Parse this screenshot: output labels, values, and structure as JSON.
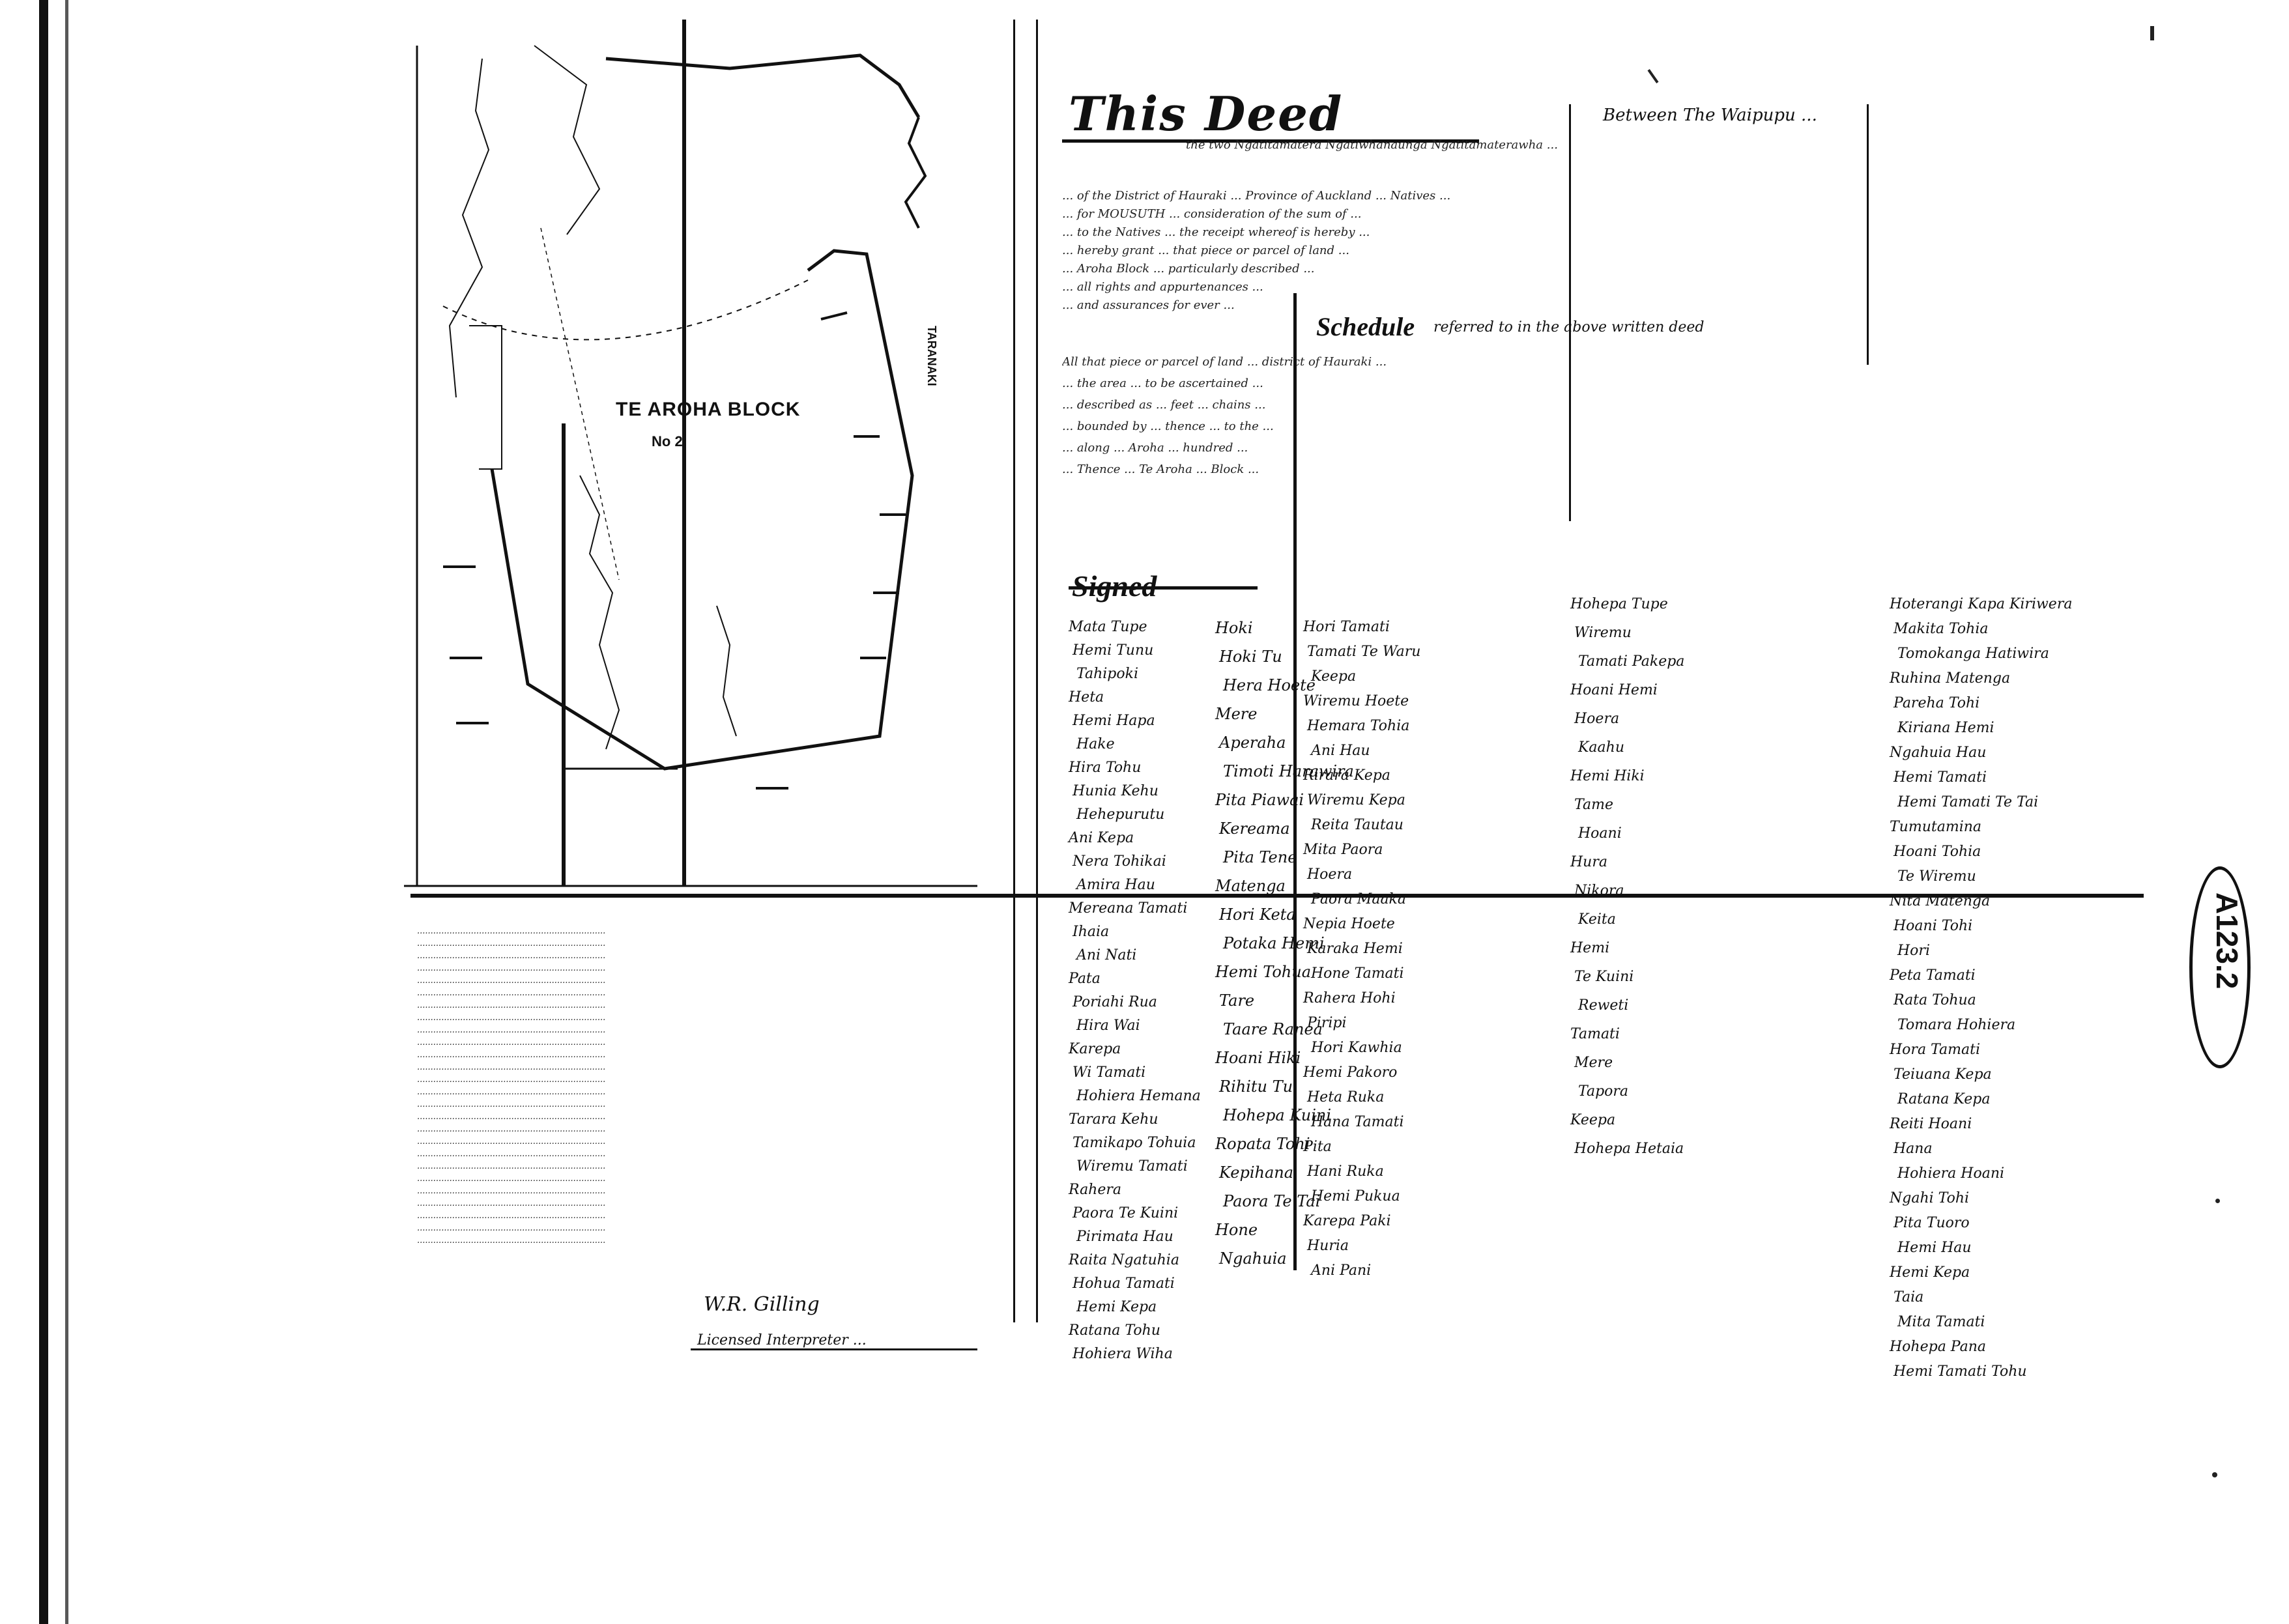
{
  "document": {
    "title": "This Deed",
    "between_text": "Between The Waipupu ...",
    "schedule_heading": "Schedule",
    "schedule_rest": "referred to in the above written deed",
    "signed_heading": "Signed",
    "reference_number": "A123.2"
  },
  "map": {
    "block_name": "TE AROHA BLOCK",
    "block_sub": "No 2",
    "side_label": "TARANAKI"
  },
  "deed_lines": [
    "the two Ngatitamatera Ngatiwhanaunga Ngatitamaterawha ...",
    "... of the District of Hauraki ... Province of Auckland ... Natives ...",
    "... for MOUSUTH ... consideration of the sum of ...",
    "... to the Natives ... the receipt whereof is hereby ...",
    "... hereby grant ... that piece or parcel of land ...",
    "... Aroha Block ... particularly described ...",
    "... all rights and appurtenances ...",
    "... and assurances for ever ..."
  ],
  "schedule_lines": [
    "All that piece or parcel of land ... district of Hauraki ...",
    "... the area ... to be ascertained ...",
    "... described as ... feet ... chains ...",
    "... bounded by ... thence ... to the ...",
    "... along ... Aroha ... hundred ...",
    "... Thence ... Te Aroha ... Block ..."
  ],
  "signatures": {
    "col1": [
      "Mata Tupe",
      "Hemi Tunu",
      "Tahipoki",
      "Heta",
      "Hemi Hapa",
      "Hake",
      "Hira Tohu",
      "Hunia Kehu",
      "Hehepurutu",
      "Ani Kepa",
      "Nera Tohikai",
      "Amira Hau",
      "Mereana Tamati",
      "Ihaia",
      "Ani Nati",
      "Pata",
      "Poriahi Rua",
      "Hira Wai",
      "Karepa",
      "Wi Tamati",
      "Hohiera Hemana",
      "Tarara Kehu",
      "Tamikapo Tohuia",
      "Wiremu Tamati",
      "Rahera",
      "Paora Te Kuini",
      "Pirimata Hau",
      "Raita Ngatuhia",
      "Hohua Tamati",
      "Hemi Kepa",
      "Ratana Tohu",
      "Hohiera Wiha"
    ],
    "col2": [
      "Hoki",
      "Hoki Tu",
      "Hera Hoete",
      "Mere",
      "Aperaha",
      "Timoti Harawira",
      "Pita Piawai",
      "Kereama",
      "Pita Tene",
      "Matenga",
      "Hori Keta",
      "Potaka Hemi",
      "Hemi Tohua",
      "Tare",
      "Taare Ranea",
      "Hoani Hiki",
      "Rihitu Tu",
      "Hohepa Kuini",
      "Ropata Tohi",
      "Kepihana",
      "Paora Te Tai",
      "Hone",
      "Ngahuia"
    ],
    "col3": [
      "Hori Tamati",
      "Tamati Te Waru",
      "Keepa",
      "Wiremu Hoete",
      "Hemara Tohia",
      "Ani Hau",
      "Rirara Kepa",
      "Wiremu Kepa",
      "Reita Tautau",
      "Mita Paora",
      "Hoera",
      "Paora Maaka",
      "Nepia Hoete",
      "Karaka Hemi",
      "Hone Tamati",
      "Rahera Hohi",
      "Piripi",
      "Hori Kawhia",
      "Hemi Pakoro",
      "Heta Ruka",
      "Hana Tamati",
      "Pita",
      "Hani Ruka",
      "Hemi Pukua",
      "Karepa Paki",
      "Huria",
      "Ani Pani"
    ],
    "col4": [
      "Hohepa Tupe",
      "Wiremu",
      "Tamati Pakepa",
      "Hoani Hemi",
      "Hoera",
      "Kaahu",
      "Hemi Hiki",
      "Tame",
      "Hoani",
      "Hura",
      "Nikora",
      "Keita",
      "Hemi",
      "Te Kuini",
      "Reweti",
      "Tamati",
      "Mere",
      "Tapora",
      "Keepa",
      "Hohepa Hetaia"
    ],
    "col5": [
      "Hoterangi Kapa Kiriwera",
      "Makita Tohia",
      "Tomokanga Hatiwira",
      "Ruhina Matenga",
      "Pareha Tohi",
      "Kiriana Hemi",
      "Ngahuia Hau",
      "Hemi Tamati",
      "Hemi Tamati Te Tai",
      "Tumutamina",
      "Hoani Tohia",
      "Te Wiremu",
      "Nita Matenga",
      "Hoani Tohi",
      "Hori",
      "Peta Tamati",
      "Rata Tohua",
      "Tomara Hohiera",
      "Hora Tamati",
      "Teiuana Kepa",
      "Ratana Kepa",
      "Reiti Hoani",
      "Hana",
      "Hohiera Hoani",
      "Ngahi Tohi",
      "Pita Tuoro",
      "Hemi Hau",
      "Hemi Kepa",
      "Taia",
      "Mita Tamati",
      "Hohepa Pana",
      "Hemi Tamati Tohu"
    ]
  },
  "witnesses": [
    "W.R. Gilling",
    "Licensed Interpreter ..."
  ],
  "legal_block_lines": [
    "......................................................................",
    "......................................................................",
    "......................................................................",
    "......................................................................",
    "......................................................................",
    "......................................................................",
    "......................................................................",
    "......................................................................",
    "......................................................................",
    "......................................................................",
    "......................................................................",
    "......................................................................",
    "......................................................................",
    "......................................................................",
    "......................................................................",
    "......................................................................",
    "......................................................................",
    "......................................................................",
    "......................................................................",
    "......................................................................",
    "......................................................................",
    "......................................................................",
    "......................................................................",
    "......................................................................",
    "......................................................................",
    "......................................................................"
  ]
}
